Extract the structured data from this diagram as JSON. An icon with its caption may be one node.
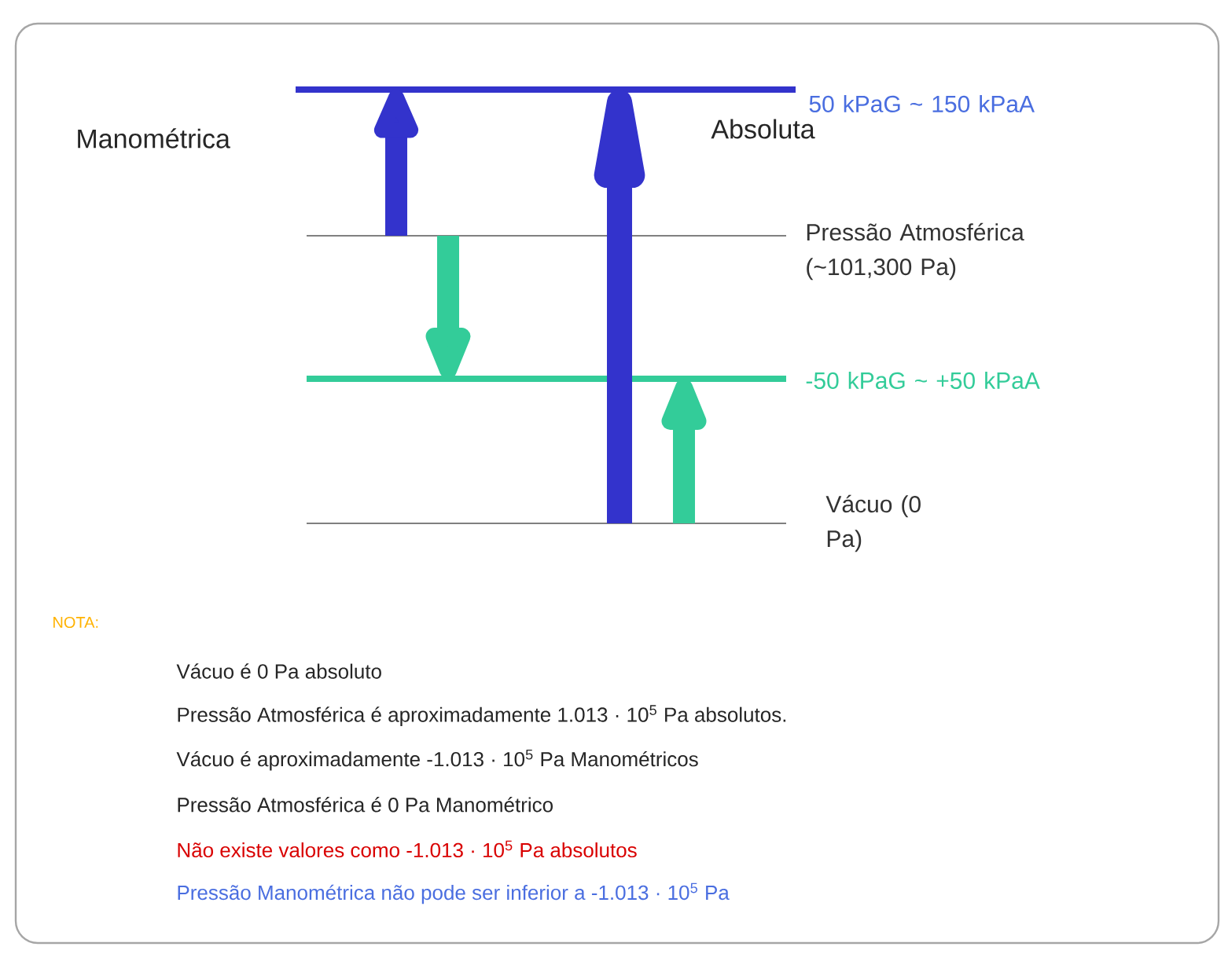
{
  "diagram": {
    "nodes": [
      {
        "text": [],
        "shape": "bar",
        "beside": [
          "50 kPaG ~ 150 kPaA"
        ]
      },
      {
        "text": [],
        "shape": "bar",
        "beside": [
          "Pressão Atmosférica (~101,300 Pa)"
        ]
      },
      {
        "text": [],
        "shape": "bar",
        "beside": [
          "-50 kPaG ~ +50 kPaA"
        ]
      },
      {
        "text": [],
        "shape": "bar",
        "beside": [
          "Vácuo (0 Pa)"
        ]
      }
    ],
    "edges": [
      {
        "from": 1,
        "to": 0,
        "arrow": "to",
        "color": "#3333cc"
      },
      {
        "from": 1,
        "to": 2,
        "arrow": "to",
        "color": "#33cc99"
      },
      {
        "from": 3,
        "to": 0,
        "arrow": "to",
        "color": "#3333cc"
      },
      {
        "from": 3,
        "to": 2,
        "arrow": "to",
        "color": "#33cc99"
      }
    ],
    "labels": [
      "Manométrica",
      "Absoluta",
      "NOTA:",
      "Vácuo é 0 Pa absoluto",
      "Pressão Atmosférica é aproximadamente 1.013 · 10$^{5}$ Pa absolutos.",
      "Vácuo é aproximadamente -1.013 · 10$^{5}$ Pa Manométricos",
      "Pressão Atmosférica é 0 Pa Manométrico",
      "Não existe valores como -1.013 · 10$^{5}$ Pa absolutos",
      "Pressão Manométrica não pode ser inferior a -1.013 · 10$^{5}$ Pa"
    ]
  }
}
